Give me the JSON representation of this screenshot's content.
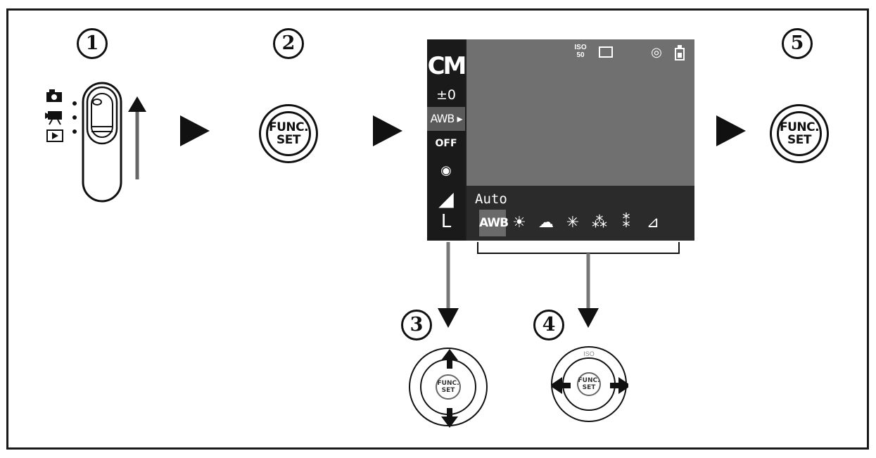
{
  "steps": [
    "1",
    "2",
    "3",
    "4",
    "5"
  ],
  "func_button": {
    "line1": "FUNC.",
    "line2": "SET"
  },
  "mode_switch": {
    "icons": [
      "camera-icon",
      "movie-icon",
      "playback-icon"
    ]
  },
  "lcd": {
    "side_items": [
      {
        "icon": "camera-m-mode-icon",
        "label": "CM"
      },
      {
        "icon": "exposure-compensation-icon",
        "label": "±0"
      },
      {
        "icon": "white-balance-icon",
        "label": "AWB ▸"
      },
      {
        "icon": "my-colors-off-icon",
        "label": "OFF"
      },
      {
        "icon": "metering-icon",
        "label": "◉"
      },
      {
        "icon": "compression-icon",
        "label": "◢"
      },
      {
        "icon": "resolution-icon",
        "label": "L"
      }
    ],
    "top_icons": [
      {
        "icon": "iso-icon",
        "label": "ISO 50"
      },
      {
        "icon": "frame-icon",
        "label": ""
      },
      {
        "icon": "face-detect-icon",
        "label": "◎"
      },
      {
        "icon": "battery-icon",
        "label": ""
      }
    ],
    "selected_label": "Auto",
    "wb_options": [
      {
        "icon": "awb-icon",
        "label": "AWB"
      },
      {
        "icon": "daylight-icon",
        "label": "☀"
      },
      {
        "icon": "cloudy-icon",
        "label": "☁"
      },
      {
        "icon": "tungsten-icon",
        "label": "✳"
      },
      {
        "icon": "fluorescent-icon",
        "label": "⁂"
      },
      {
        "icon": "fluorescent-h-icon",
        "label": "⁑"
      },
      {
        "icon": "custom-wb-icon",
        "label": "⊿"
      }
    ]
  },
  "controller": {
    "center_line1": "FUNC.",
    "center_line2": "SET",
    "dial2_top": "ISO"
  },
  "colors": {
    "line": "#111111",
    "lcd_bg": "#1e1e1e",
    "lcd_view": "#707070"
  }
}
